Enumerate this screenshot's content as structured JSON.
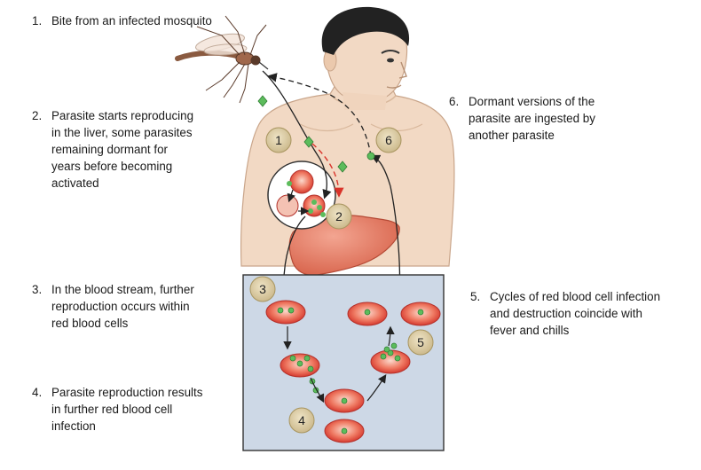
{
  "steps": [
    {
      "number": "1.",
      "text": "Bite from an infected mosquito"
    },
    {
      "number": "2.",
      "text": "Parasite starts reproducing\nin the liver, some parasites\nremaining dormant for\nyears before becoming\nactivated"
    },
    {
      "number": "3.",
      "text": "In the blood stream, further\nreproduction occurs within\nred blood cells"
    },
    {
      "number": "4.",
      "text": "Parasite reproduction results\nin further red blood cell\ninfection"
    },
    {
      "number": "5.",
      "text": "Cycles of red blood cell infection\nand destruction coincide with\nfever and chills"
    },
    {
      "number": "6.",
      "text": "Dormant versions of the\nparasite are ingested by\nanother parasite"
    }
  ],
  "badges": [
    "1",
    "2",
    "3",
    "4",
    "5",
    "6"
  ],
  "colors": {
    "skin": "#f2d9c4",
    "skin_shadow": "#e3c0a3",
    "hair": "#222222",
    "liver": "#e07a62",
    "rbc": "#d9332a",
    "rbc_light": "#f6b9a8",
    "parasite": "#5cbc5c",
    "badge": "#d8c8a2",
    "panel": "#cdd8e6",
    "dashed_arrow": "#d9332a"
  }
}
